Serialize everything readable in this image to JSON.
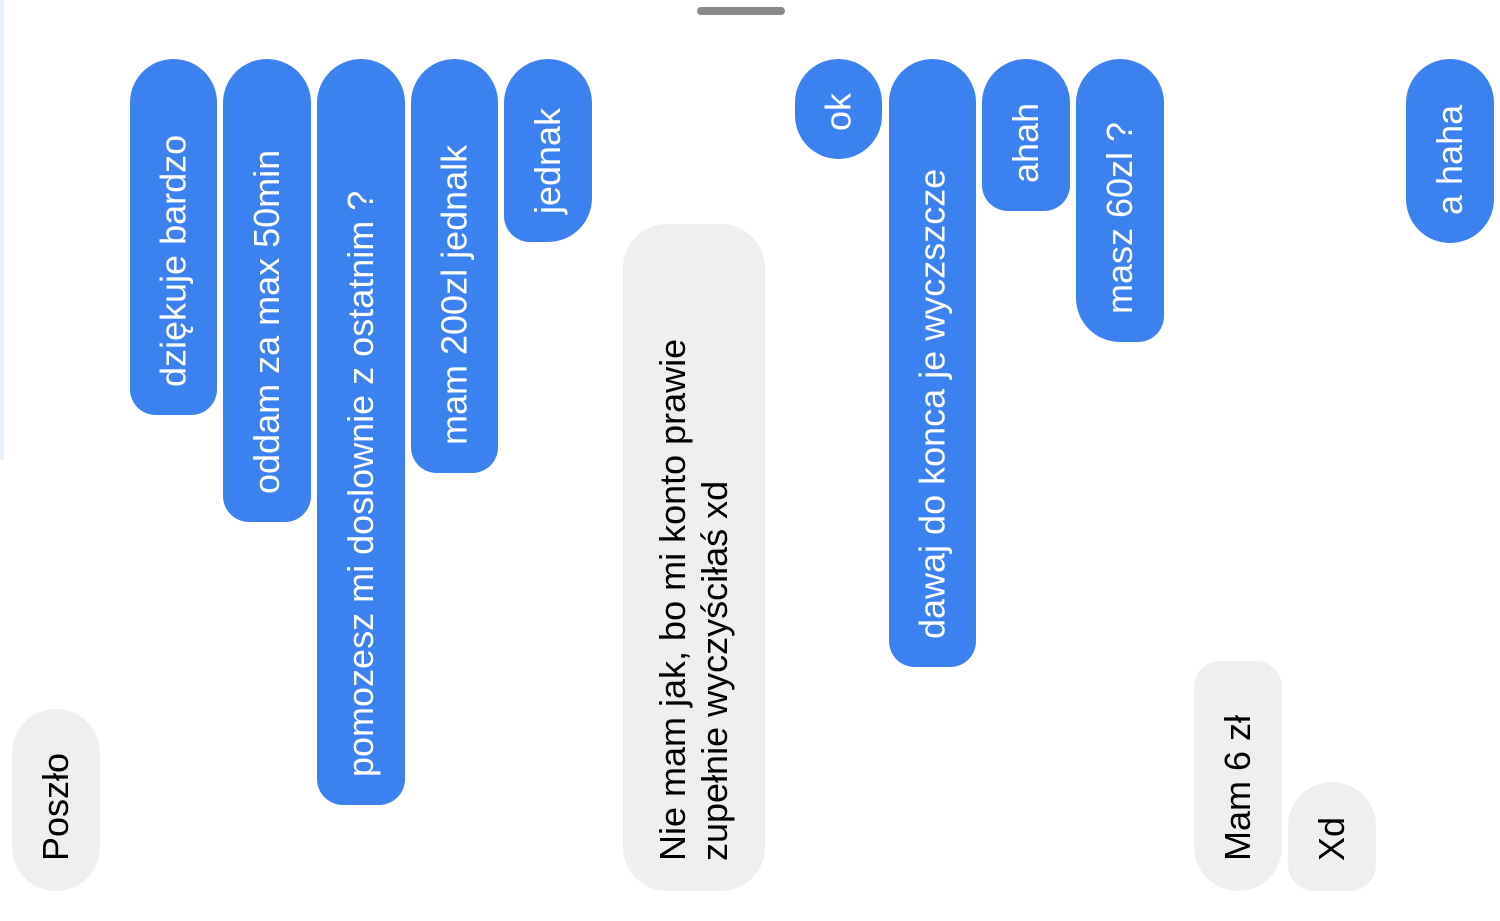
{
  "conversation": {
    "sent": [
      {
        "text": "dziękuje bardzo"
      },
      {
        "text": "oddam za max 50min"
      },
      {
        "text": "pomozesz mi doslownie z ostatnim ?"
      },
      {
        "text": "mam 200zl jednalk"
      },
      {
        "text": "jednak"
      },
      {
        "text": "ok"
      },
      {
        "text": "dawaj do konca je wyczszcze"
      },
      {
        "text": "ahah"
      },
      {
        "text": "masz 60zl ?"
      },
      {
        "text": "a haha"
      }
    ],
    "received": [
      {
        "text": "Poszło"
      },
      {
        "text": "Nie mam jak, bo mi konto prawie zupełnie wyczyściłaś xd"
      },
      {
        "text": "Mam 6 zł"
      },
      {
        "text": "Xd"
      }
    ]
  },
  "colors": {
    "sent_bubble": "#3b82f0",
    "received_bubble": "#efefef",
    "background": "#ffffff"
  }
}
